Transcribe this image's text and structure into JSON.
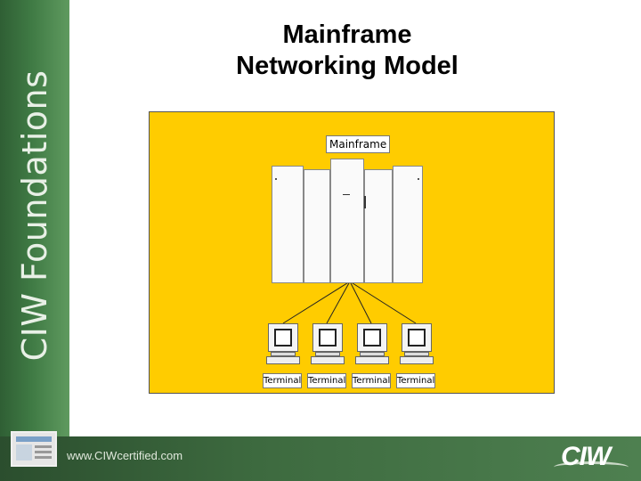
{
  "slide": {
    "title_line1": "Mainframe",
    "title_line2": "Networking Model",
    "sidebar_text": "CIW Foundations"
  },
  "diagram": {
    "mainframe_label": "Mainframe",
    "terminals": [
      "Terminal",
      "Terminal",
      "Terminal",
      "Terminal"
    ],
    "background_color": "#ffcc00"
  },
  "footer": {
    "url": "www.CIWcertified.com",
    "logo_text": "CIW"
  }
}
